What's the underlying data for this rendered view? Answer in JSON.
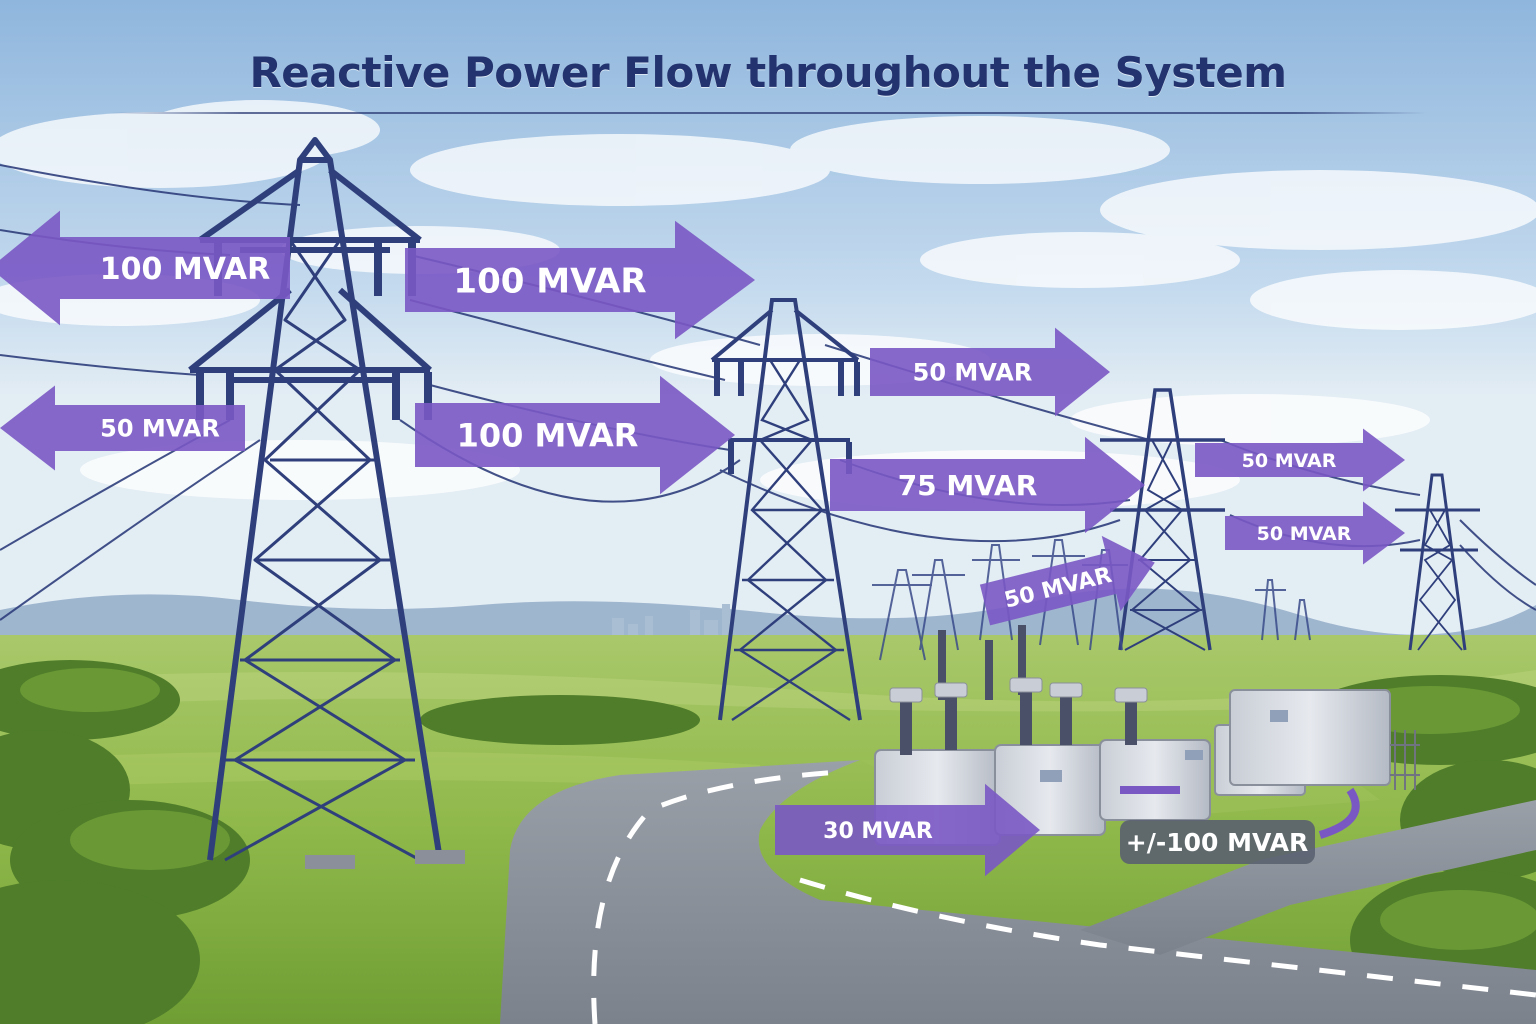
{
  "title": "Reactive Power Flow throughout the System",
  "colors": {
    "arrow": "#7a58c4",
    "tower": "#2f3f7c",
    "sky_top": "#8fb6dd",
    "grass": "#7fae3c",
    "road": "#8a8f99",
    "badge": "#5a6070"
  },
  "flows": [
    {
      "id": "flow-1",
      "label": "100 MVAR",
      "direction": "left"
    },
    {
      "id": "flow-2",
      "label": "100 MVAR",
      "direction": "right"
    },
    {
      "id": "flow-3",
      "label": "50 MVAR",
      "direction": "left"
    },
    {
      "id": "flow-4",
      "label": "100 MVAR",
      "direction": "right"
    },
    {
      "id": "flow-5",
      "label": "50 MVAR",
      "direction": "right"
    },
    {
      "id": "flow-6",
      "label": "75 MVAR",
      "direction": "right"
    },
    {
      "id": "flow-7",
      "label": "50 MVAR",
      "direction": "right"
    },
    {
      "id": "flow-8",
      "label": "50 MVAR",
      "direction": "right"
    },
    {
      "id": "flow-9",
      "label": "50 MVAR",
      "direction": "up-right"
    },
    {
      "id": "flow-10",
      "label": "30 MVAR",
      "direction": "right"
    }
  ],
  "substation": {
    "badge": "+/-100 MVAR"
  }
}
